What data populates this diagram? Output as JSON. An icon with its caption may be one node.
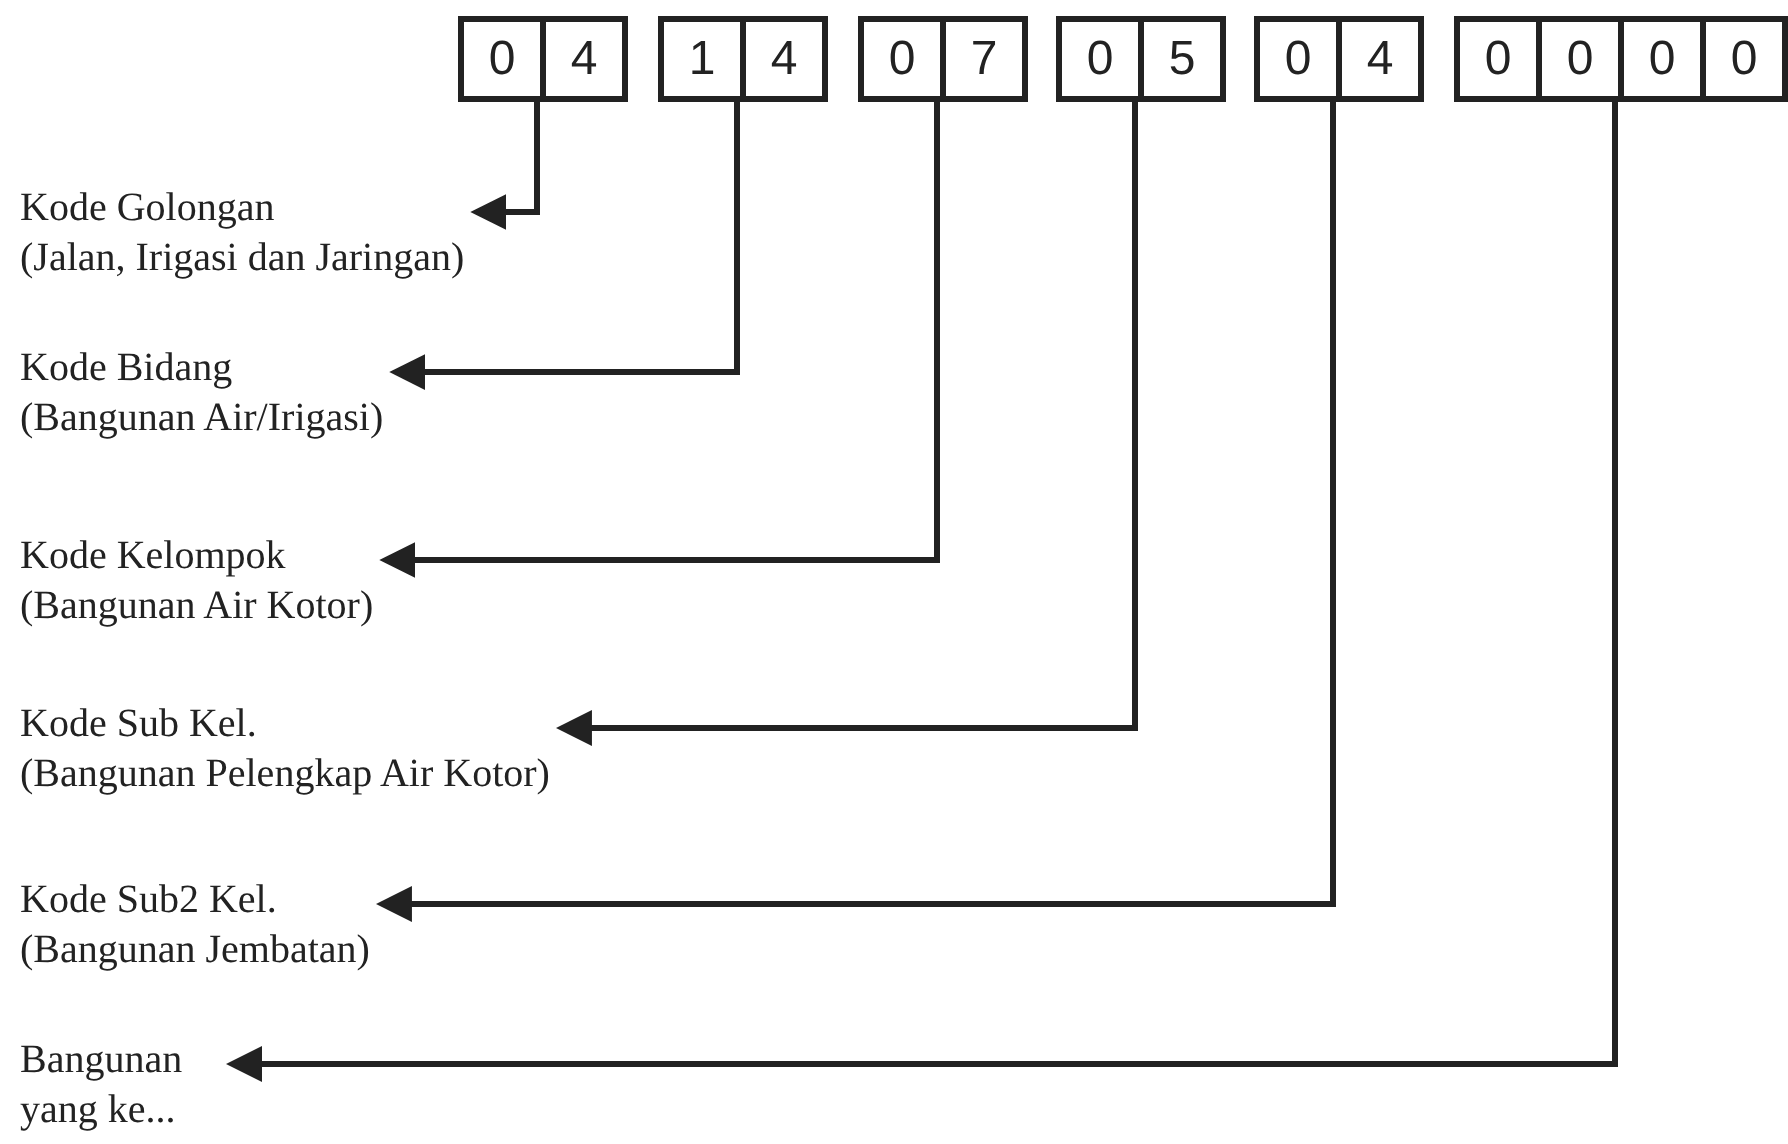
{
  "diagram": {
    "nodes": [
      {
        "text": [
          "0",
          "4"
        ]
      },
      {
        "text": [
          "1",
          "4"
        ]
      },
      {
        "text": [
          "0",
          "7"
        ]
      },
      {
        "text": [
          "0",
          "5"
        ]
      },
      {
        "text": [
          "0",
          "4"
        ]
      },
      {
        "text": [
          "0",
          "0",
          "0",
          "0"
        ]
      },
      {
        "text": [
          "Kode Golongan",
          "(Jalan, Irigasi dan Jaringan)"
        ]
      },
      {
        "text": [
          "Kode Bidang",
          "(Bangunan Air/Irigasi)"
        ]
      },
      {
        "text": [
          "Kode Kelompok",
          "(Bangunan Air Kotor)"
        ]
      },
      {
        "text": [
          "Kode Sub Kel.",
          "(Bangunan Pelengkap Air Kotor)"
        ]
      },
      {
        "text": [
          "Kode Sub2 Kel.",
          "(Bangunan Jembatan)"
        ]
      },
      {
        "text": [
          "Bangunan yang ke..."
        ]
      }
    ],
    "edges": [
      {
        "from": 0,
        "to": 6,
        "arrow": "to"
      },
      {
        "from": 1,
        "to": 7,
        "arrow": "to"
      },
      {
        "from": 2,
        "to": 8,
        "arrow": "to"
      },
      {
        "from": 3,
        "to": 9,
        "arrow": "to"
      },
      {
        "from": 4,
        "to": 10,
        "arrow": "to"
      },
      {
        "from": 5,
        "to": 11,
        "arrow": "to"
      }
    ]
  }
}
